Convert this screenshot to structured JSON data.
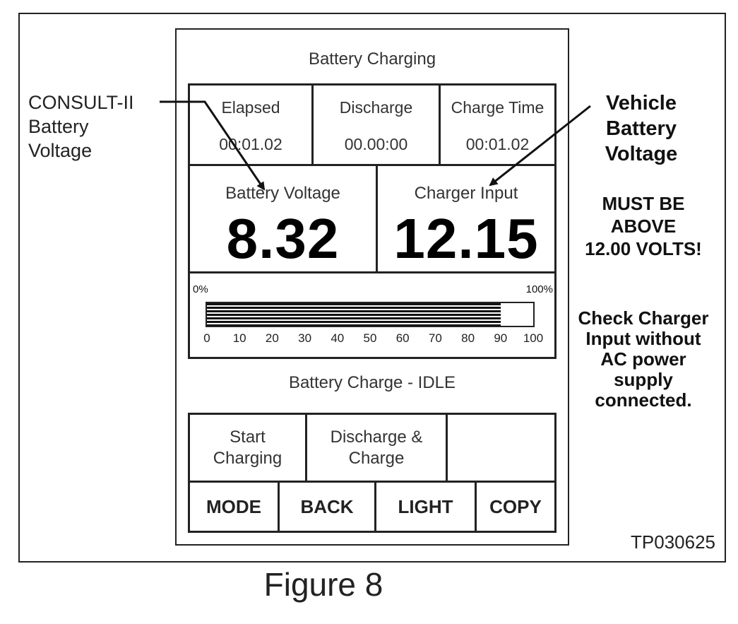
{
  "screen": {
    "title": "Battery Charging",
    "timers": [
      {
        "label": "Elapsed",
        "value": "00:01.02"
      },
      {
        "label": "Discharge",
        "value": "00.00:00"
      },
      {
        "label": "Charge Time",
        "value": "00:01.02"
      }
    ],
    "readouts": [
      {
        "label": "Battery Voltage",
        "value": "8.32"
      },
      {
        "label": "Charger Input",
        "value": "12.15"
      }
    ],
    "progress": {
      "label_min": "0%",
      "label_max": "100%",
      "ticks": [
        "0",
        "10",
        "20",
        "30",
        "40",
        "50",
        "60",
        "70",
        "80",
        "90",
        "100"
      ],
      "fill_percent": 90
    },
    "status": "Battery Charge - IDLE",
    "soft_buttons": [
      "Start\nCharging",
      "Discharge &\nCharge",
      ""
    ],
    "hard_buttons": [
      "MODE",
      "BACK",
      "LIGHT",
      "COPY"
    ]
  },
  "annotations": {
    "consult_label": "CONSULT-II\nBattery\nVoltage",
    "vehicle_label": "Vehicle\nBattery\nVoltage",
    "warning": "MUST BE\nABOVE\n12.00 VOLTS!",
    "note": "Check Charger\nInput without\nAC power\nsupply\nconnected.",
    "ref_code": "TP030625"
  },
  "caption": "Figure 8"
}
